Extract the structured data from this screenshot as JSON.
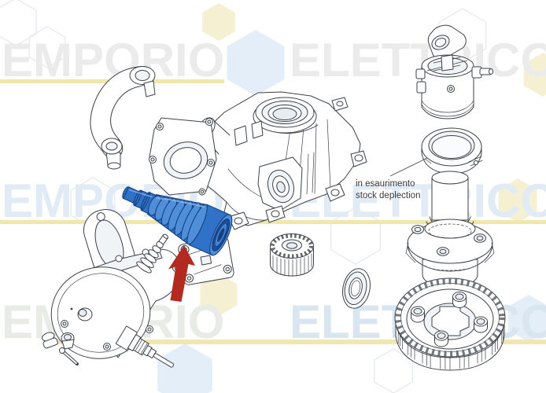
{
  "watermark": {
    "word_left": "EMPORIO",
    "word_right": "ELETTRICO"
  },
  "annotation": {
    "line1": "in esaurimento",
    "line2": "stock deplection"
  },
  "colors": {
    "background": "#ffffff",
    "line_dark": "#3c4148",
    "wm_gray": "#ebebeb",
    "wm_blue": "#e1ebf5",
    "wm_soft": "#e9ebe7",
    "wm_blue2": "#d9e6f0",
    "hex_blue": "#e3eef9",
    "hex_yellow": "#f6f0d2",
    "hex_outline": "#e9ecef",
    "underline_yellow": "#f0e7ae",
    "arrow_red": "#b32b20",
    "worm_blue": "#2f72c8",
    "worm_blue_light": "#4f8ed8",
    "worm_blue_dark": "#123a78",
    "annotation_text": "#3a3a3a"
  },
  "parts": [
    "swing-arm",
    "gearbox-housing",
    "front-flange-plate",
    "worm-screw-highlighted",
    "flange-gasket",
    "motor",
    "release-key-parts",
    "cover-plate",
    "pinion-gear",
    "ball-bearing",
    "shaft-clamp",
    "clamp-collar",
    "output-flange-shaft",
    "worm-wheel-gear",
    "red-arrow"
  ]
}
